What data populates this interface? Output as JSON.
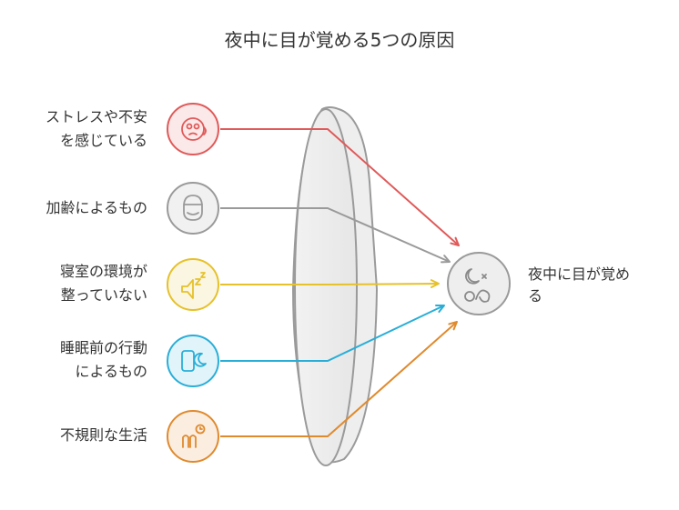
{
  "title": "夜中に目が覚める5つの原因",
  "target": {
    "label": "夜中に目が覚める",
    "icon": "moon-bed-icon",
    "color": "#9a9a9a"
  },
  "causes": [
    {
      "lines": [
        "ストレスや不安",
        "を感じている"
      ],
      "icon": "stressed-face-icon",
      "color": "#e05a5a"
    },
    {
      "lines": [
        "加齢によるもの"
      ],
      "icon": "elderly-face-icon",
      "color": "#9a9a9a"
    },
    {
      "lines": [
        "寝室の環境が",
        "整っていない"
      ],
      "icon": "noise-speaker-icon",
      "color": "#e6c12a"
    },
    {
      "lines": [
        "睡眠前の行動",
        "によるもの"
      ],
      "icon": "phone-moon-icon",
      "color": "#2aaed8"
    },
    {
      "lines": [
        "不規則な生活"
      ],
      "icon": "clock-hands-icon",
      "color": "#e08a2e"
    }
  ]
}
